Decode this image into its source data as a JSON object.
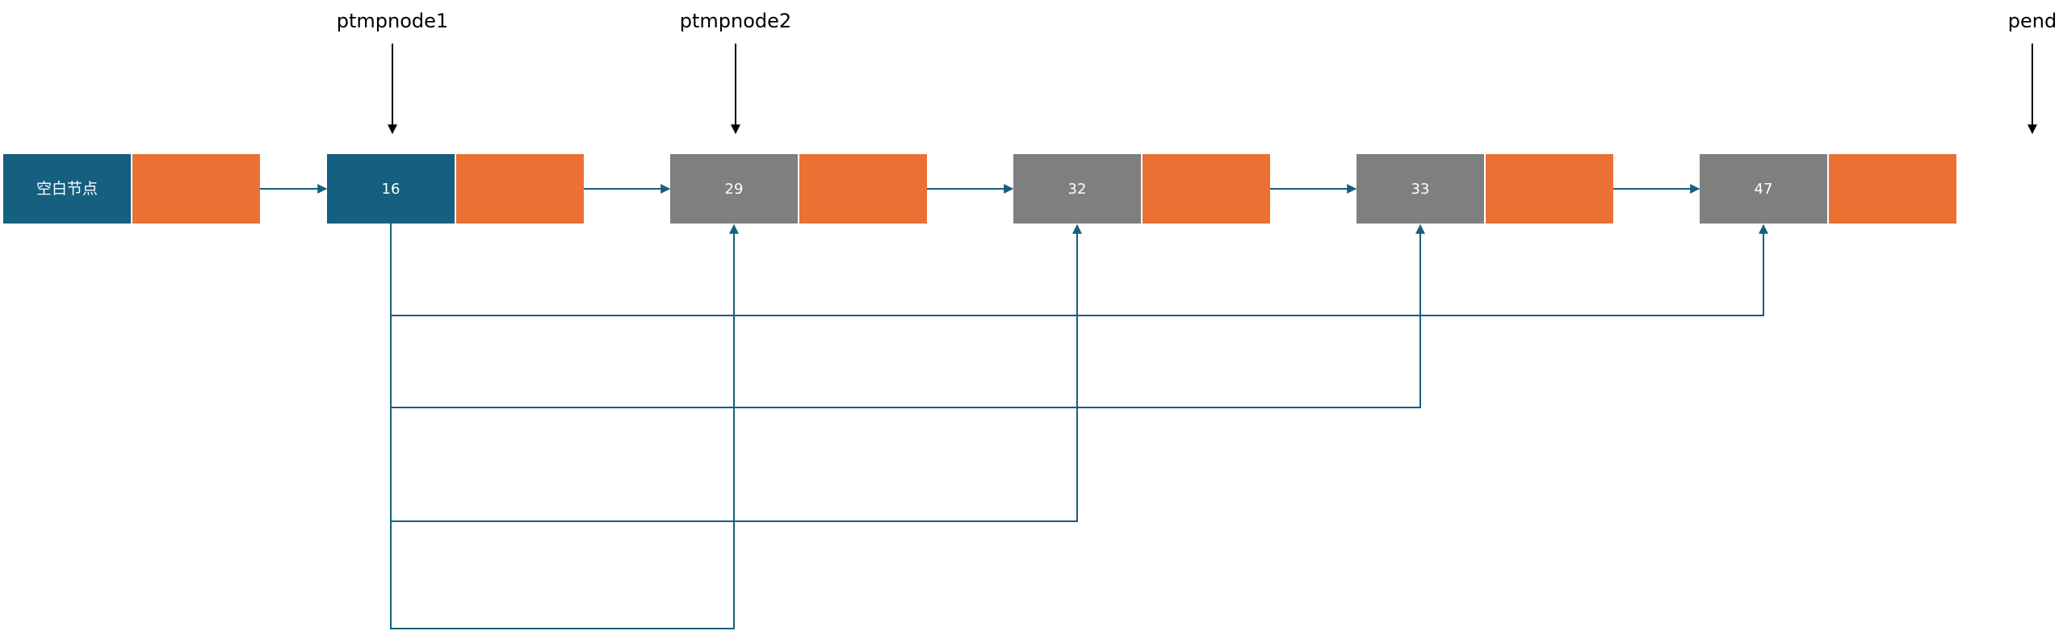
{
  "colors": {
    "head_fill": "#155f80",
    "node_fill": "#7f7f7f",
    "next_fill": "#ea7033",
    "line": "#155f80",
    "pointer_arrow": "#000000"
  },
  "nodes": [
    {
      "label": "空白节点",
      "role": "head"
    },
    {
      "label": "16",
      "role": "current"
    },
    {
      "label": "29",
      "role": "normal"
    },
    {
      "label": "32",
      "role": "normal"
    },
    {
      "label": "33",
      "role": "normal"
    },
    {
      "label": "47",
      "role": "normal"
    }
  ],
  "pointers": [
    {
      "label": "ptmpnode1",
      "target_node": 1
    },
    {
      "label": "ptmpnode2",
      "target_node": 2
    },
    {
      "label": "pend",
      "target_node": null
    }
  ],
  "comparisons": [
    {
      "from": 1,
      "to": 5
    },
    {
      "from": 1,
      "to": 4
    },
    {
      "from": 1,
      "to": 3
    },
    {
      "from": 1,
      "to": 2
    }
  ]
}
